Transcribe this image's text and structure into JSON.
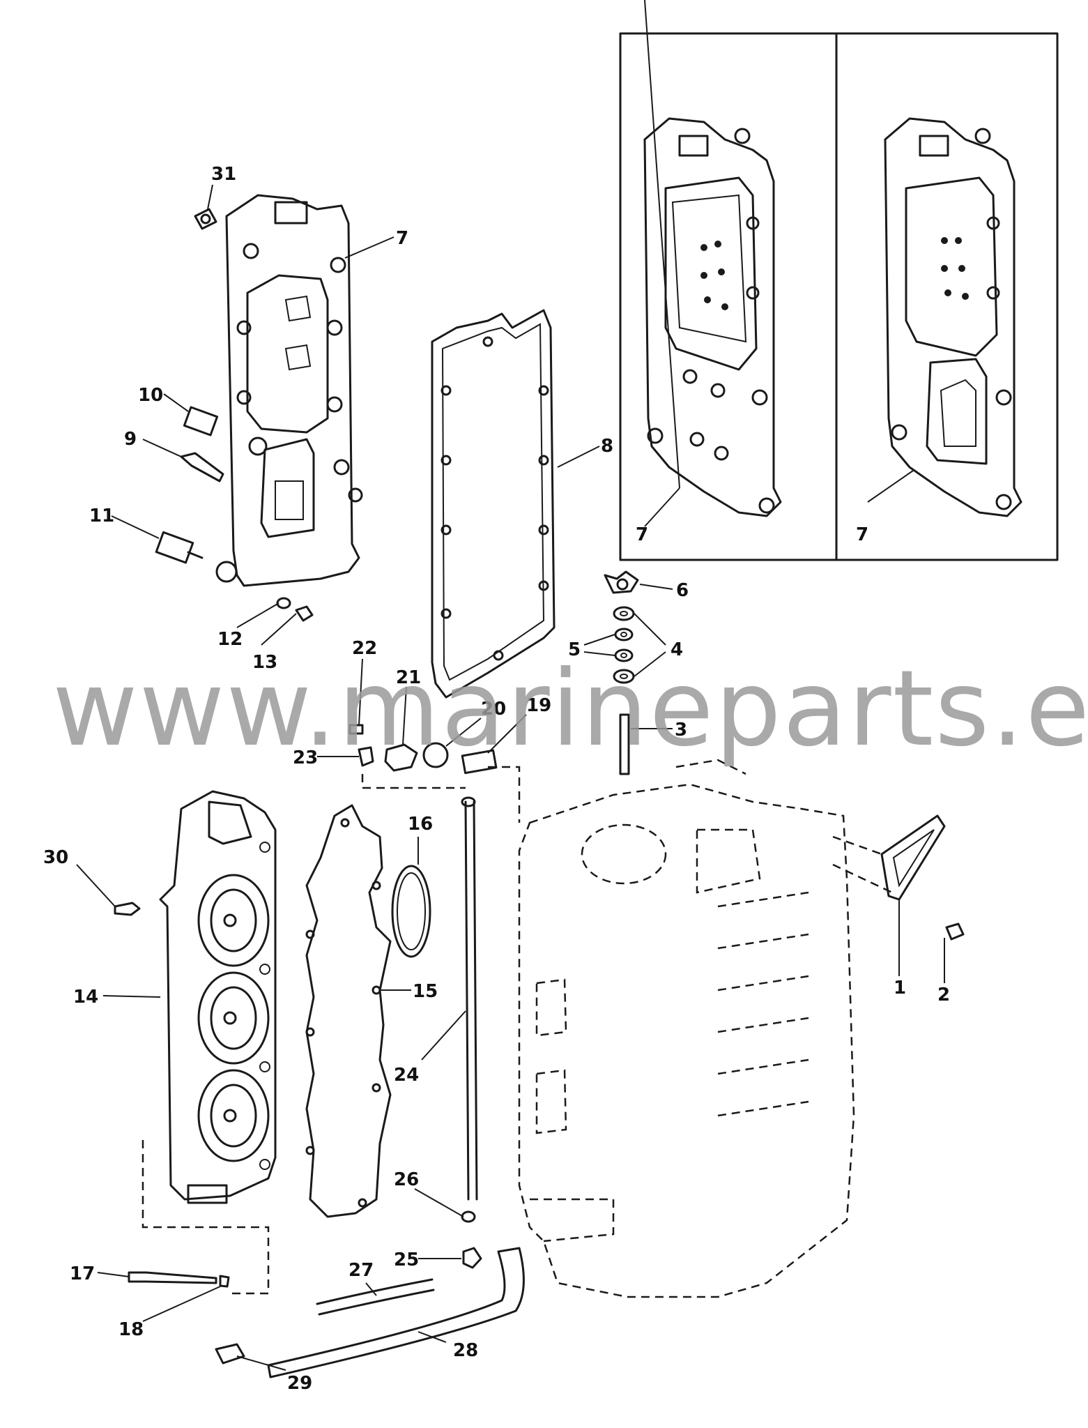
{
  "watermark": "www.marineparts.eu",
  "callouts": [
    "1",
    "2",
    "3",
    "4",
    "5",
    "6",
    "7",
    "8",
    "9",
    "10",
    "11",
    "12",
    "13",
    "14",
    "15",
    "16",
    "17",
    "18",
    "19",
    "20",
    "21",
    "22",
    "23",
    "24",
    "25",
    "26",
    "27",
    "28",
    "29",
    "30",
    "31"
  ],
  "inset_labels": [
    "7",
    "7"
  ]
}
